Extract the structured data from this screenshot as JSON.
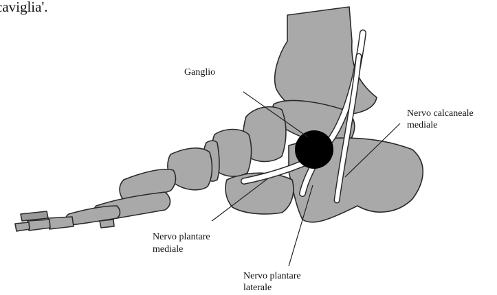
{
  "header": {
    "partial_text": "caviglia'."
  },
  "labels": {
    "ganglio": "Ganglio",
    "calcaneale_1": "Nervo calcaneale",
    "calcaneale_2": "mediale",
    "plantare_mediale_1": "Nervo plantare",
    "plantare_mediale_2": "mediale",
    "plantare_laterale_1": "Nervo plantare",
    "plantare_laterale_2": "laterale"
  },
  "colors": {
    "bone": "#a9a9a9",
    "bone_dark": "#9a9a9a",
    "outline": "#2a2a2a",
    "nerve": "#ffffff",
    "ganglion": "#000000"
  }
}
